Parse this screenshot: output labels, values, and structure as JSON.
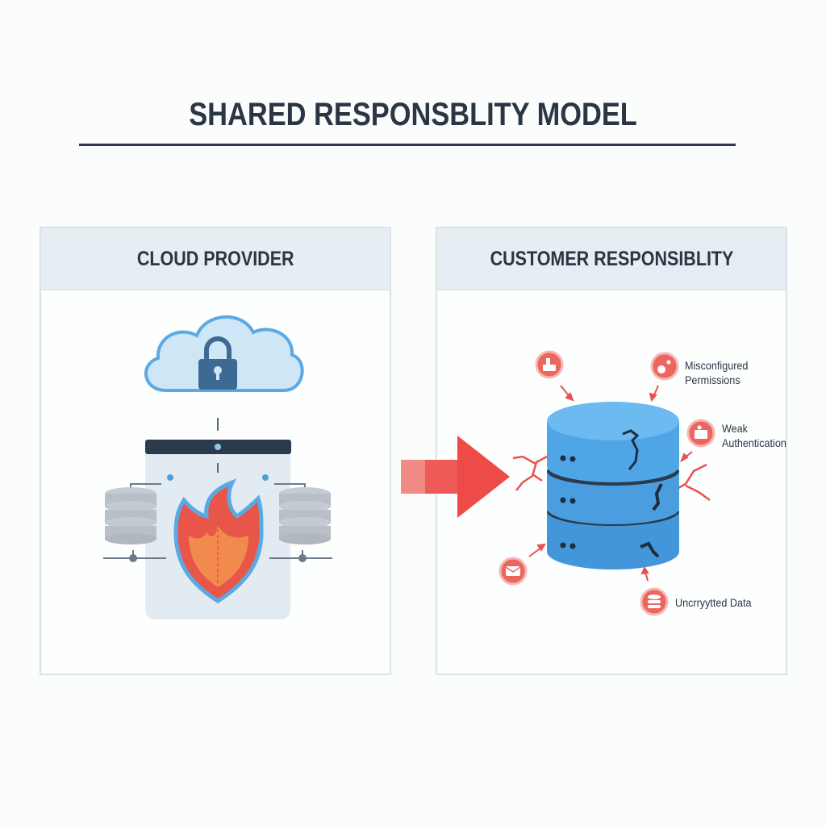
{
  "title": "SHARED RESPONSBLITY MODEL",
  "panels": {
    "left": {
      "heading": "CLOUD PROVIDER",
      "icons": [
        "cloud-lock-icon",
        "server-rack-icon",
        "firewall-shield-icon",
        "database-stack-icon"
      ]
    },
    "right": {
      "heading": "CUSTOMER RESPONSIBLITY",
      "risks": [
        {
          "label_line1": "Misconfigured",
          "label_line2": "Permissions",
          "icon": "misconfig-icon"
        },
        {
          "label_line1": "Weak",
          "label_line2": "Authentication",
          "icon": "auth-icon"
        },
        {
          "label_line1": "Uncrryytted Data",
          "label_line2": "",
          "icon": "database-icon"
        }
      ],
      "unlabeled_risk_icons": [
        "thumbs-up-icon",
        "mail-icon"
      ]
    }
  },
  "colors": {
    "title": "#2b3644",
    "accent_blue": "#4a9fe0",
    "danger_red": "#e8524f",
    "panel_header": "#e6edf3"
  }
}
